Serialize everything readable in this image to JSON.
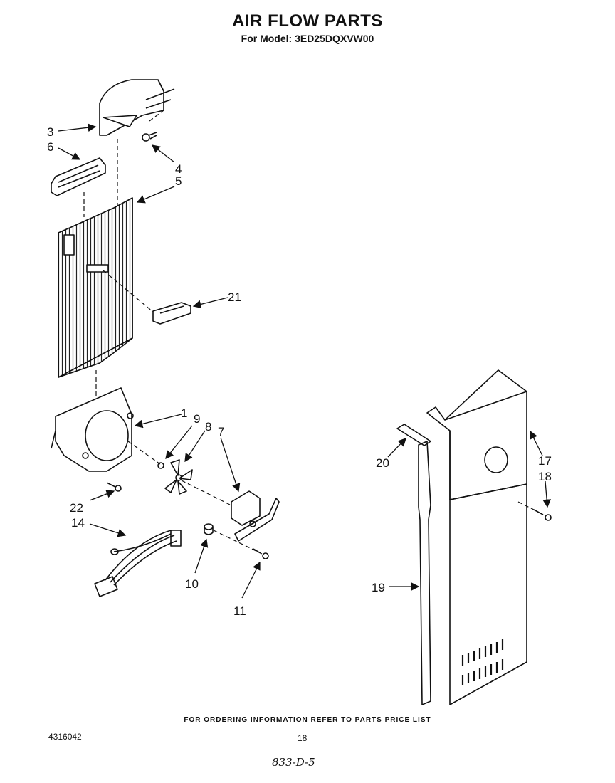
{
  "header": {
    "title": "AIR FLOW PARTS",
    "model": "For Model: 3ED25DQXVW00"
  },
  "footer": {
    "ordering_note": "FOR ORDERING INFORMATION REFER TO PARTS PRICE LIST",
    "document_number": "4316042",
    "page_number": "18",
    "handwritten_note": "833-D-5"
  },
  "callouts": [
    "3",
    "6",
    "4",
    "5",
    "21",
    "1",
    "9",
    "8",
    "7",
    "20",
    "17",
    "18",
    "22",
    "14",
    "10",
    "11",
    "19"
  ]
}
